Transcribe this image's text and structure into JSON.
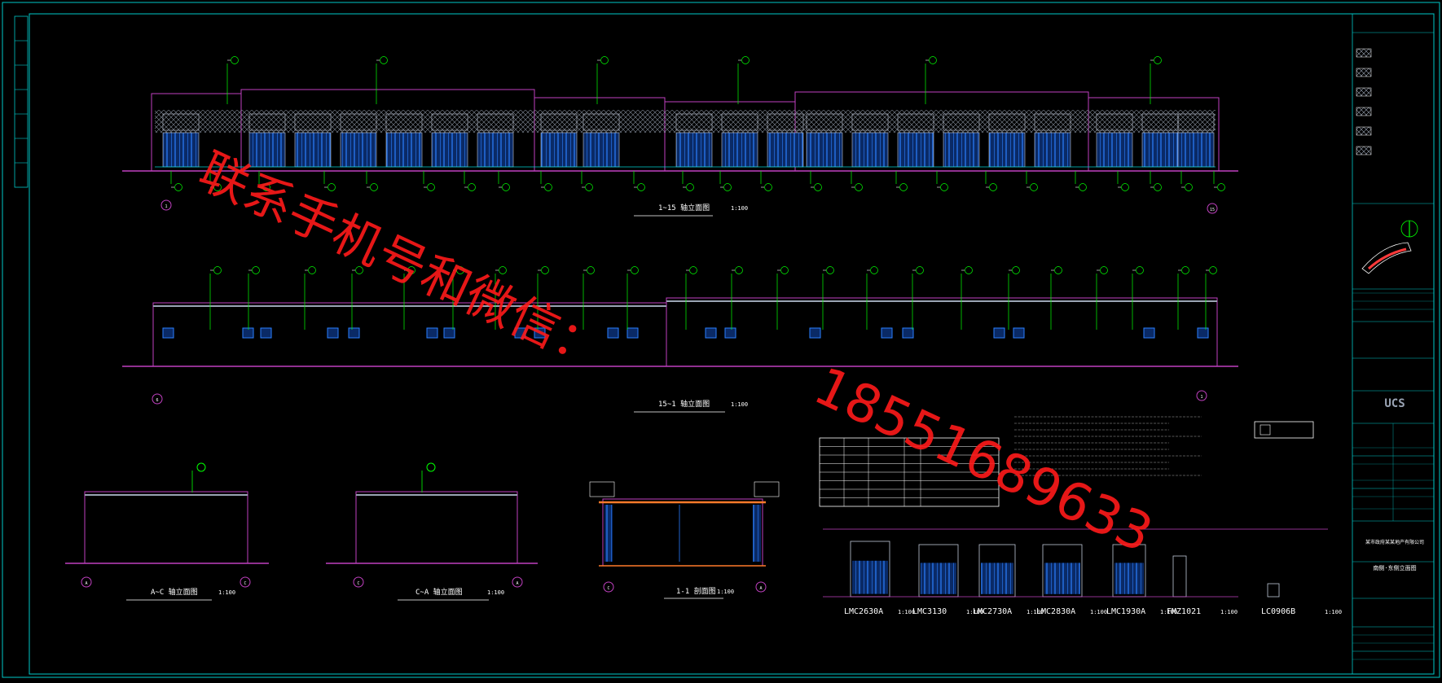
{
  "drawings": {
    "elev_front": {
      "caption": "1~15 轴立面图",
      "scale": "1:100"
    },
    "elev_rear": {
      "caption": "15~1 轴立面图",
      "scale": "1:100"
    },
    "elev_ac": {
      "caption": "A~C 轴立面图",
      "scale": "1:100"
    },
    "elev_ca": {
      "caption": "C~A 轴立面图",
      "scale": "1:100"
    },
    "section": {
      "caption": "1-1 剖面图",
      "scale": "1:100"
    }
  },
  "axis_marks": {
    "a": "1",
    "b": "15",
    "c": "6",
    "d": "A",
    "e": "C"
  },
  "windows": [
    {
      "label": "LMC2630A",
      "scale": "1:100"
    },
    {
      "label": "LMC3130",
      "scale": "1:100"
    },
    {
      "label": "LMC2730A",
      "scale": "1:100"
    },
    {
      "label": "LMC2830A",
      "scale": "1:100"
    },
    {
      "label": "LMC1930A",
      "scale": "1:100"
    },
    {
      "label": "FMZ1021",
      "scale": "1:100"
    },
    {
      "label": "LC0906B",
      "scale": "1:100"
    }
  ],
  "watermark": {
    "line1": "联系手机号和微信：",
    "line2": "18551689633"
  },
  "title_block": {
    "project": "某市政府某某地产有限公司",
    "drawing": "南侧·东侧立面图",
    "brand": "UCS"
  },
  "colors": {
    "bg": "#000000",
    "frame": "#00d0d0",
    "line": "#c040c0",
    "glass": "#2a7fff",
    "tag": "#00ff00",
    "watermark": "#ff1a1a"
  }
}
